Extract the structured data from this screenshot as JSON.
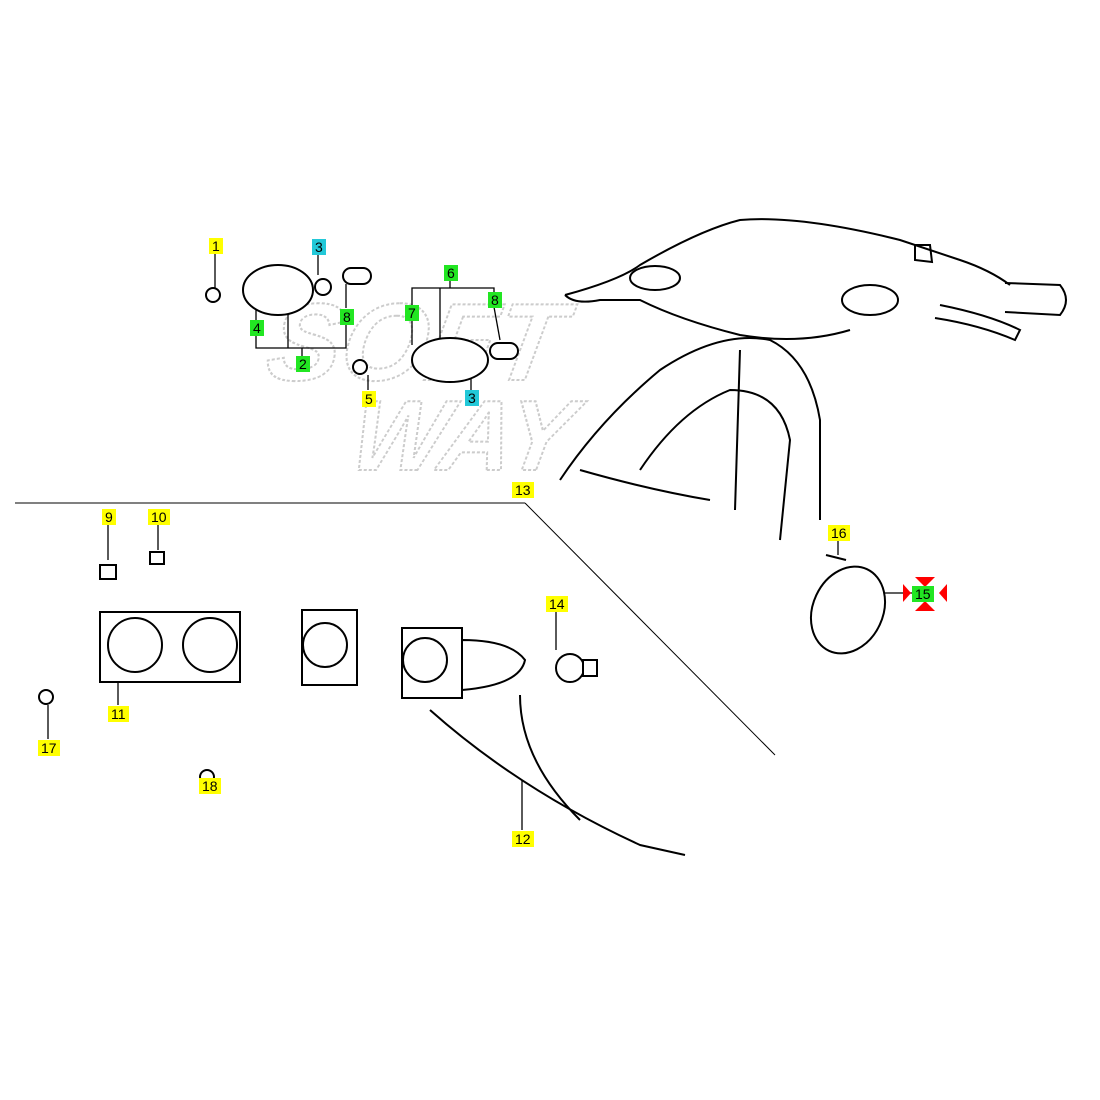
{
  "diagram": {
    "watermark": "SOFTWAY",
    "colors": {
      "yellow": "#ffff00",
      "green": "#22e622",
      "cyan": "#22c8d8",
      "marker": "#ff0000"
    },
    "callouts": [
      {
        "number": "1",
        "color": "yellow"
      },
      {
        "number": "3",
        "color": "cyan"
      },
      {
        "number": "8",
        "color": "green"
      },
      {
        "number": "4",
        "color": "green"
      },
      {
        "number": "2",
        "color": "green"
      },
      {
        "number": "6",
        "color": "green"
      },
      {
        "number": "7",
        "color": "green"
      },
      {
        "number": "8",
        "color": "green"
      },
      {
        "number": "5",
        "color": "yellow"
      },
      {
        "number": "3",
        "color": "cyan"
      },
      {
        "number": "13",
        "color": "yellow"
      },
      {
        "number": "9",
        "color": "yellow"
      },
      {
        "number": "10",
        "color": "yellow"
      },
      {
        "number": "16",
        "color": "yellow"
      },
      {
        "number": "15",
        "color": "green",
        "selected": true
      },
      {
        "number": "14",
        "color": "yellow"
      },
      {
        "number": "11",
        "color": "yellow"
      },
      {
        "number": "17",
        "color": "yellow"
      },
      {
        "number": "18",
        "color": "yellow"
      },
      {
        "number": "12",
        "color": "yellow"
      }
    ]
  }
}
